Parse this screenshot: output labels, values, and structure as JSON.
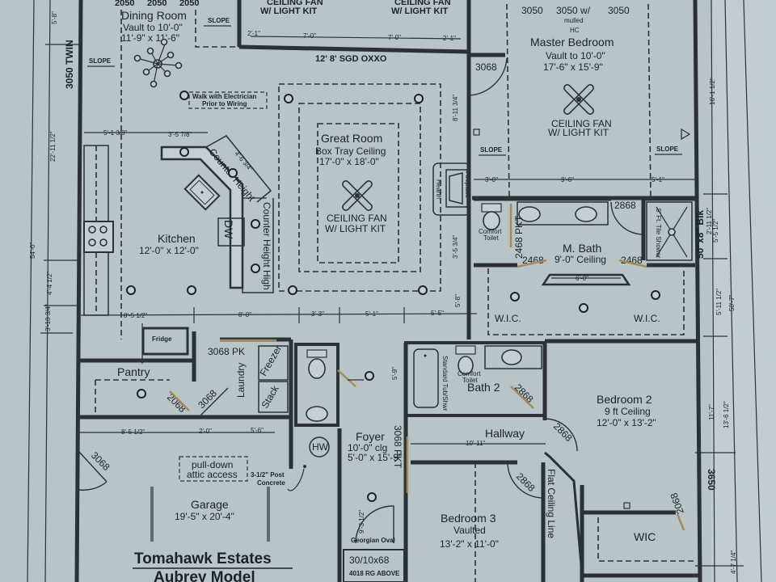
{
  "plan": {
    "title_line1": "Tomahawk Estates",
    "title_line2": "Aubrey  Model",
    "colors": {
      "paper": "#b9c4c8",
      "ink": "#1c2226",
      "door_swing": "#a68a5a"
    }
  },
  "rooms": {
    "dining": {
      "name": "Dining Room",
      "ceiling": "Vault to 10'-0\"",
      "size": "11'-9\" x 11'-6\""
    },
    "great": {
      "name": "Great Room",
      "ceiling": "Box Tray Ceiling",
      "size": "17'-0\" x 18'-0\"",
      "fan1": "CEILING FAN",
      "fan2": "W/ LIGHT KIT"
    },
    "kitchen": {
      "name": "Kitchen",
      "size": "12'-0\" x 12'-0\""
    },
    "master": {
      "name": "Master Bedroom",
      "ceiling": "Vault to 10'-0\"",
      "size": "17'-6\" x 15'-9\"",
      "fan1": "CEILING FAN",
      "fan2": "W/ LIGHT KIT"
    },
    "mbath": {
      "name": "M. Bath",
      "ceiling": "9'-0\" Ceiling"
    },
    "wic_left": {
      "name": "W.I.C."
    },
    "wic_right": {
      "name": "W.I.C."
    },
    "bedroom2": {
      "name": "Bedroom 2",
      "ceiling": "9 ft Ceiling",
      "size": "12'-0\" x 13'-2\""
    },
    "bedroom2_wic": {
      "name": "WIC"
    },
    "bath2": {
      "name": "Bath 2"
    },
    "hallway": {
      "name": "Hallway"
    },
    "foyer": {
      "name": "Foyer",
      "ceiling": "10'-0\" clg",
      "size": "5'-0\" x 15'-9\""
    },
    "bedroom3": {
      "name": "Bedroom 3",
      "ceiling": "Vaulted",
      "size": "13'-2\" x 11'-0\""
    },
    "garage": {
      "name": "Garage",
      "size": "19'-5\" x 20'-4\""
    },
    "pantry": {
      "name": "Pantry"
    },
    "laundry": {
      "name": "Laundry"
    },
    "porch": {
      "fan1": "CEILING FAN",
      "fan2": "W/ LIGHT KIT",
      "fan1b": "CEILING FAN",
      "fan2b": "W/ LIGHT KIT"
    }
  },
  "labels": {
    "windows_dining": [
      "2050",
      "2050",
      "2050"
    ],
    "windows_master": [
      "3050",
      "3050 w/",
      "3050"
    ],
    "master_mulled": "mulled",
    "master_hc": "HC",
    "door_3068_master": "3068",
    "window_3050_twin": "3050  TWIN",
    "slope": "SLOPE",
    "sgd": "12' 8'  SGD OXXO",
    "electrician_note1": "Walk with Electrician",
    "electrician_note2": "Prior to Wiring",
    "counter_height": "Counter Height",
    "counter_height_high": "Counter Height High",
    "dw": "DW",
    "fridge": "Fridge",
    "hearth": "Hearth",
    "fireplace": "Fireplace",
    "comfort_toilet": "Comfort",
    "comfort_toilet2": "Toilet",
    "door_2868_mbath": "2868",
    "door_2468_a": "2468",
    "door_2468_b": "2468",
    "door_2468_pkt": "2468 PKT",
    "shower": "5' Ft. Tile Shower",
    "blk": "50\"x8\" Blk",
    "door_3068_pk": "3068 PK",
    "freezer": "Freezer",
    "stack": "Stack",
    "door_2068": "2068",
    "door_3068_laundry": "3068",
    "door_3068_garage": "3068",
    "door_2868_bath2": "2868",
    "door_2868_b2": "2868",
    "door_2868_b3": "2868",
    "door_2068_wic": "2068",
    "window_3650": "3650",
    "door_3068_pkt": "3068 PKT",
    "standard_tub": "Standard Tub/Shwr",
    "hw": "HW",
    "attic1": "pull-down",
    "attic2": "attic access",
    "post1": "3-1/2\" Post",
    "post2": "Concrete",
    "georgian": "Georgian Oval",
    "entry_door": "30/10x68",
    "entry_above": "4018 RG ABOVE",
    "flat_ceiling": "Flat Ceiling Line"
  },
  "dimensions": {
    "dining_top": [
      "2'-1\"",
      "7'-0\"",
      "7'-0\"",
      "2'-1\""
    ],
    "kitchen_top": [
      "5'-1 3/8\"",
      "3'-5 7/8\""
    ],
    "counter": "4'-6 3/4\"",
    "mid_row": [
      "8'-5 1/2\"",
      "8'-0\"",
      "3'-3\"",
      "5'-1\"",
      "5'-5\""
    ],
    "garage_row": [
      "8'-5 1/2\"",
      "2'-0\"",
      "5'-6\""
    ],
    "master_row": [
      "3'-0\"",
      "9'-6\"",
      "5'-1\""
    ],
    "mbath_vanity": "6'-0\"",
    "hallway": "10'-11\"",
    "left_side": [
      "5'-8\"",
      "22'-11 1/2\"",
      "54'-0\"",
      "4'-4 1/2\"",
      "3'-10 3/4\""
    ],
    "right_side": [
      "16'-1 1/2\"",
      "2'-11 1/2\"",
      "5'-5 1/2\"",
      "5'-11 1/2\"",
      "50'-7\"",
      "11'-7\"",
      "13'-6 1/2\"",
      "4'-7 1/4\""
    ],
    "foyer_v": [
      "9'-3 1/2\"",
      "5'-9\""
    ],
    "great_v": [
      "8'-11 3/4\"",
      "3'-5 3/4\"",
      "5'-8\""
    ]
  }
}
